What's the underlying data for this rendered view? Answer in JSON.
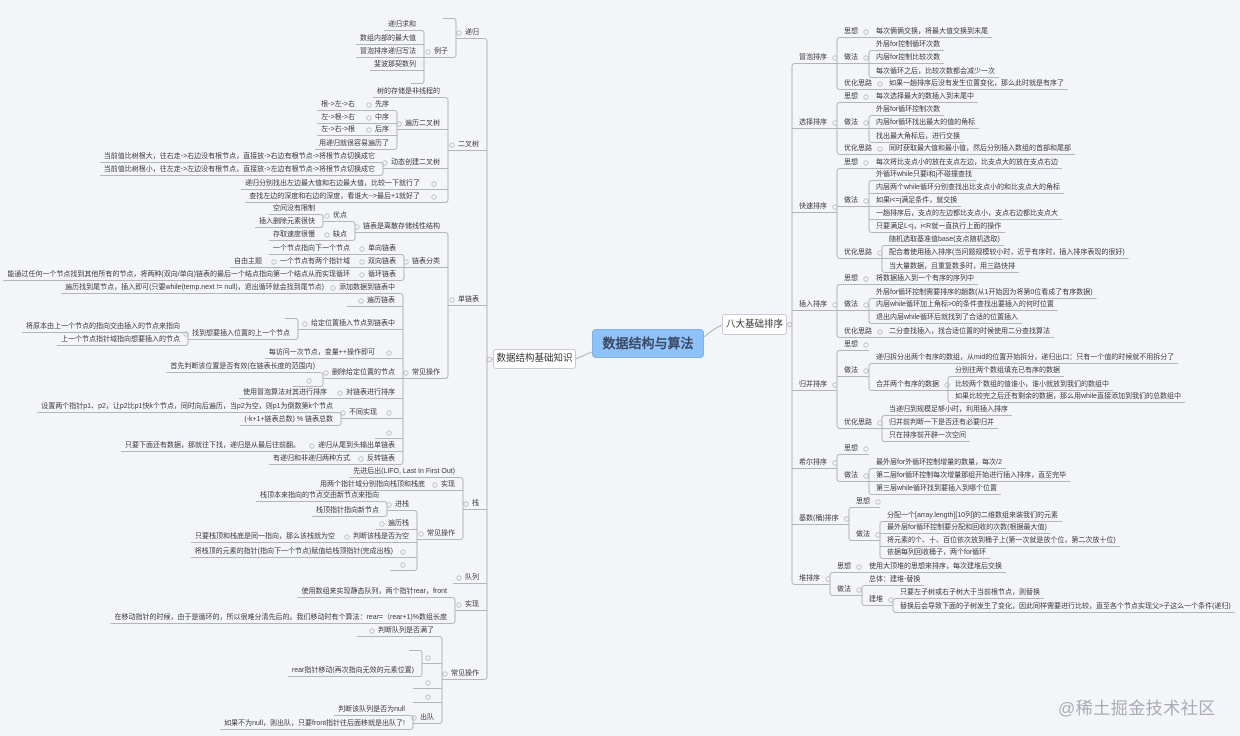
{
  "center": {
    "title": "数据结构与算法"
  },
  "watermark": "@稀土掘金技术社区",
  "left_root": {
    "text": "数据结构基础知识",
    "children": [
      {
        "text": "递归",
        "children": [
          {
            "text": ""
          },
          {
            "text": "例子",
            "children": [
              {
                "text": "递归求和"
              },
              {
                "text": "数组内部的最大值"
              },
              {
                "text": "冒泡排序递归写法"
              },
              {
                "text": "斐波那契数列"
              },
              {
                "text": ""
              }
            ]
          }
        ]
      },
      {
        "text": "二叉树",
        "children": [
          {
            "text": "树的存储是非线程的"
          },
          {
            "text": "遍历二叉树",
            "children": [
              {
                "text": "先序",
                "children": [
                  {
                    "text": "根->左->右"
                  }
                ]
              },
              {
                "text": "中序",
                "children": [
                  {
                    "text": "左->根->右"
                  }
                ]
              },
              {
                "text": "后序",
                "children": [
                  {
                    "text": "左->右->根"
                  }
                ]
              },
              {
                "text": "用递归就很容易遍历了"
              }
            ]
          },
          {
            "text": "动态创建二叉树",
            "children": [
              {
                "text": "当前值比树根大，往右走->右边没有根节点，直接放->右边有根节点->将根节点切换成它"
              },
              {
                "text": "当前值比树根小，往左走->左边没有根节点，直接放->左边有根节点->将根节点切换成它"
              }
            ]
          },
          {
            "text": "",
            "children": [
              {
                "text": "递归分别找出左边最大值和右边最大值，比较一下就行了"
              }
            ]
          },
          {
            "text": "",
            "children": [
              {
                "text": "查找左边的深度和右边的深度，看谁大-->最后+1就好了"
              }
            ]
          }
        ]
      },
      {
        "text": "单链表",
        "children": [
          {
            "text": "链表是离散存储线性结构",
            "children": [
              {
                "text": "优点",
                "children": [
                  {
                    "text": "空间没有限制"
                  },
                  {
                    "text": "插入删除元素很快"
                  }
                ]
              },
              {
                "text": "缺点",
                "children": [
                  {
                    "text": "存取速度很慢"
                  }
                ]
              }
            ]
          },
          {
            "text": "链表分类",
            "children": [
              {
                "text": "单向链表",
                "children": [
                  {
                    "text": "一个节点指向下一个节点"
                  }
                ]
              },
              {
                "text": "双向链表",
                "children": [
                  {
                    "text": "一个节点有两个指针域",
                    "children": [
                      {
                        "text": "自由主题"
                      }
                    ]
                  }
                ]
              },
              {
                "text": "循环链表",
                "children": [
                  {
                    "text": "能通过任何一个节点找到其他所有的节点，将两种(双向/单向)链表的最后一个结点指向第一个结点从而实现循环"
                  }
                ]
              }
            ]
          },
          {
            "text": "常见操作",
            "children": [
              {
                "text": "添加数据到链表中",
                "children": [
                  {
                    "text": "遍历找到尾节点，插入即可(只要while(temp.next != null)，退出循环就会找到尾节点)"
                  }
                ]
              },
              {
                "text": "遍历链表"
              },
              {
                "text": "给定位置插入节点到链表中",
                "children": [
                  {
                    "text": ""
                  },
                  {
                    "text": "找到想要插入位置的上一个节点",
                    "children": [
                      {
                        "text": "将原本由上一个节点的指向交由插入的节点来指向"
                      },
                      {
                        "text": "上一个节点指针域指向想要插入的节点"
                      }
                    ]
                  }
                ]
              },
              {
                "text": "",
                "children": [
                  {
                    "text": "每访问一次节点，变量++操作即可"
                  }
                ]
              },
              {
                "text": "删除给定位置的节点",
                "children": [
                  {
                    "text": "首先判断该位置是否有效(在链表长度的范围内)"
                  },
                  {
                    "text": ""
                  }
                ]
              },
              {
                "text": "对链表进行排序",
                "children": [
                  {
                    "text": "使用冒泡算法对其进行排序"
                  }
                ]
              },
              {
                "text": "",
                "children": [
                  {
                    "text": "不同实现",
                    "children": [
                      {
                        "text": "设置两个指针p1、p2，让p2比p1快k个节点，同时向后遍历，当p2为空，则p1为倒数第k个节点"
                      },
                      {
                        "text": "(-k+1+链表总数) % 链表总数"
                      }
                    ]
                  }
                ]
              },
              {
                "text": ""
              },
              {
                "text": "递归从尾到头输出单链表",
                "children": [
                  {
                    "text": "只要下面还有数据，那就往下找，递归是从最后往前翻。"
                  }
                ]
              },
              {
                "text": "反转链表",
                "children": [
                  {
                    "text": "有递归和非递归两种方式"
                  }
                ]
              }
            ]
          }
        ]
      },
      {
        "text": "栈",
        "children": [
          {
            "text": "先进后出(LIFO, Last In First Out)"
          },
          {
            "text": "实现",
            "children": [
              {
                "text": "用两个指针域分别指向栈顶和栈底"
              }
            ]
          },
          {
            "text": "常见操作",
            "children": [
              {
                "text": "进栈",
                "children": [
                  {
                    "text": "栈顶本来指向的节点交由新节点来指向"
                  },
                  {
                    "text": "栈顶指针指向新节点"
                  }
                ]
              },
              {
                "text": "遍历栈"
              },
              {
                "text": "判断该栈是否为空",
                "children": [
                  {
                    "text": "只要栈顶和栈底是同一指向，那么该栈就为空"
                  }
                ]
              },
              {
                "text": "",
                "children": [
                  {
                    "text": "将栈顶的元素的指针(指向下一个节点)赋值给栈顶指针(完成出栈)"
                  }
                ]
              },
              {
                "text": ""
              }
            ]
          }
        ]
      },
      {
        "text": "队列"
      },
      {
        "text": "实现",
        "children": [
          {
            "text": "使用数组来实现静态队列，两个指针rear，front"
          },
          {
            "text": "在移动指针的时候，由于是循环的，所以很难分清先后的。我们移动时有个算法：rear=（rear+1)%数组长度"
          }
        ]
      },
      {
        "text": "常见操作",
        "children": [
          {
            "text": "判断队列是否满了"
          },
          {
            "text": "",
            "children": [
              {
                "text": ""
              },
              {
                "text": "rear指针移动(再次指向无效的元素位置)"
              }
            ]
          },
          {
            "text": ""
          },
          {
            "text": ""
          },
          {
            "text": "出队",
            "children": [
              {
                "text": "判断该队列是否为null"
              },
              {
                "text": "如果不为null，则出队，只要front指针往后面移就是出队了!"
              }
            ]
          }
        ]
      }
    ]
  },
  "right_root": {
    "text": "八大基础排序",
    "children": [
      {
        "text": "冒泡排序",
        "children": [
          {
            "text": "思想",
            "children": [
              {
                "text": "每次俩俩交换，将最大值交换到末尾"
              }
            ]
          },
          {
            "text": "做法",
            "children": [
              {
                "text": "外层for控制循环次数"
              },
              {
                "text": "内层for控制比较次数"
              },
              {
                "text": "每次循环之后，比较次数都会减少一次"
              }
            ]
          },
          {
            "text": "优化思路",
            "children": [
              {
                "text": "如果一趟排序后没有发生位置变化，那么此时就是有序了"
              }
            ]
          }
        ]
      },
      {
        "text": "选择排序",
        "children": [
          {
            "text": "思想",
            "children": [
              {
                "text": "每次选择最大的数插入到末尾中"
              }
            ]
          },
          {
            "text": "做法",
            "children": [
              {
                "text": "外层for循环控制次数"
              },
              {
                "text": "内层for循环找出最大的值的角标"
              },
              {
                "text": "找出最大角标后，进行交换"
              }
            ]
          },
          {
            "text": "优化思路",
            "children": [
              {
                "text": "同时获取最大值和最小值，然后分别插入数组的首部和尾部"
              }
            ]
          }
        ]
      },
      {
        "text": "快速排序",
        "children": [
          {
            "text": "思想",
            "children": [
              {
                "text": "每次将比支点小的放在支点左边，比支点大的放在支点右边"
              }
            ]
          },
          {
            "text": "做法",
            "children": [
              {
                "text": "外循环while只要i和j不碰撞查找"
              },
              {
                "text": "内层两个while循环分别查找出比支点小的和比支点大的角标"
              },
              {
                "text": "如果i<=j满足条件，就交换"
              },
              {
                "text": "一趟排序后，支点的左边都比支点小，支点右边都比支点大"
              },
              {
                "text": "只要满足L<j，i<R就一直执行上面的操作"
              }
            ]
          },
          {
            "text": "优化思路",
            "children": [
              {
                "text": "随机选取基准值base(支点随机选取)"
              },
              {
                "text": "配合着使用插入排序(当问题规模较小时，近乎有序时，插入排序表现的很好)"
              },
              {
                "text": "当大量数据，且重复数多时，用三路快排"
              }
            ]
          }
        ]
      },
      {
        "text": "插入排序",
        "children": [
          {
            "text": "思想",
            "children": [
              {
                "text": "将数据插入到一个有序的序列中"
              }
            ]
          },
          {
            "text": "做法",
            "children": [
              {
                "text": "外层for循环控制需要排序的趟数(从1开始因为将第0位看成了有序数据)"
              },
              {
                "text": "内层while循环加上角标>0的条件查找出要插入的何时位置"
              },
              {
                "text": "退出内层while循环后就找到了合适的位置插入"
              }
            ]
          },
          {
            "text": "优化思路",
            "children": [
              {
                "text": "二分查找插入，找合适位置的时候使用二分查找算法"
              }
            ]
          }
        ]
      },
      {
        "text": "归并排序",
        "children": [
          {
            "text": "思想"
          },
          {
            "text": "做法",
            "children": [
              {
                "text": "递归拆分出两个有序的数组，从mid的位置开始拆分，递归出口：只有一个值的时候就不用拆分了"
              },
              {
                "text": "合并两个有序的数据",
                "children": [
                  {
                    "text": "分别往两个数组填充已有序的数据"
                  },
                  {
                    "text": "比较两个数组的值谁小，谁小就放到我们的数组中"
                  },
                  {
                    "text": "如果比较完之后还有剩余的数据，那么用while直接添加到我们的总数组中"
                  }
                ]
              }
            ]
          },
          {
            "text": "优化思路",
            "children": [
              {
                "text": "当递归到规模足够小时，利用插入排序"
              },
              {
                "text": "归并前判断一下是否还有必要归并"
              },
              {
                "text": "只在排序前开辟一次空间"
              }
            ]
          }
        ]
      },
      {
        "text": "希尔排序",
        "children": [
          {
            "text": "思想"
          },
          {
            "text": "做法",
            "children": [
              {
                "text": "最外层for外循环控制增量的数量，每次/2"
              },
              {
                "text": "第二层for循环控制每次增量那组开始进行插入排序，直至完毕"
              },
              {
                "text": "第三层while循环找到要插入到哪个位置"
              }
            ]
          }
        ]
      },
      {
        "text": "基数(桶)排序",
        "children": [
          {
            "text": "思想"
          },
          {
            "text": "做法",
            "children": [
              {
                "text": "分配一个[array.length][10列]的二维数组来装我们的元素"
              },
              {
                "text": "最外层for循环控制要分配和回收的次数(根据最大值)"
              },
              {
                "text": "将元素的个、十、百位依次放到桶子上(第一次就是放个位，第二次放十位)"
              },
              {
                "text": "依据每列回收桶子，两个for循环"
              }
            ]
          }
        ]
      },
      {
        "text": "堆排序",
        "children": [
          {
            "text": "思想",
            "children": [
              {
                "text": "使用大顶堆的思想来排序，每次建堆后交换"
              }
            ]
          },
          {
            "text": "做法",
            "children": [
              {
                "text": "总体：建堆-替换"
              },
              {
                "text": "建堆",
                "children": [
                  {
                    "text": "只要左子树或右子树大于当前根节点，则替换"
                  },
                  {
                    "text": "替换后会导致下面的子树发生了变化，因此同样需要进行比较，直至各个节点实现父>子这么一个条件(递归)"
                  }
                ]
              }
            ]
          }
        ]
      }
    ]
  }
}
